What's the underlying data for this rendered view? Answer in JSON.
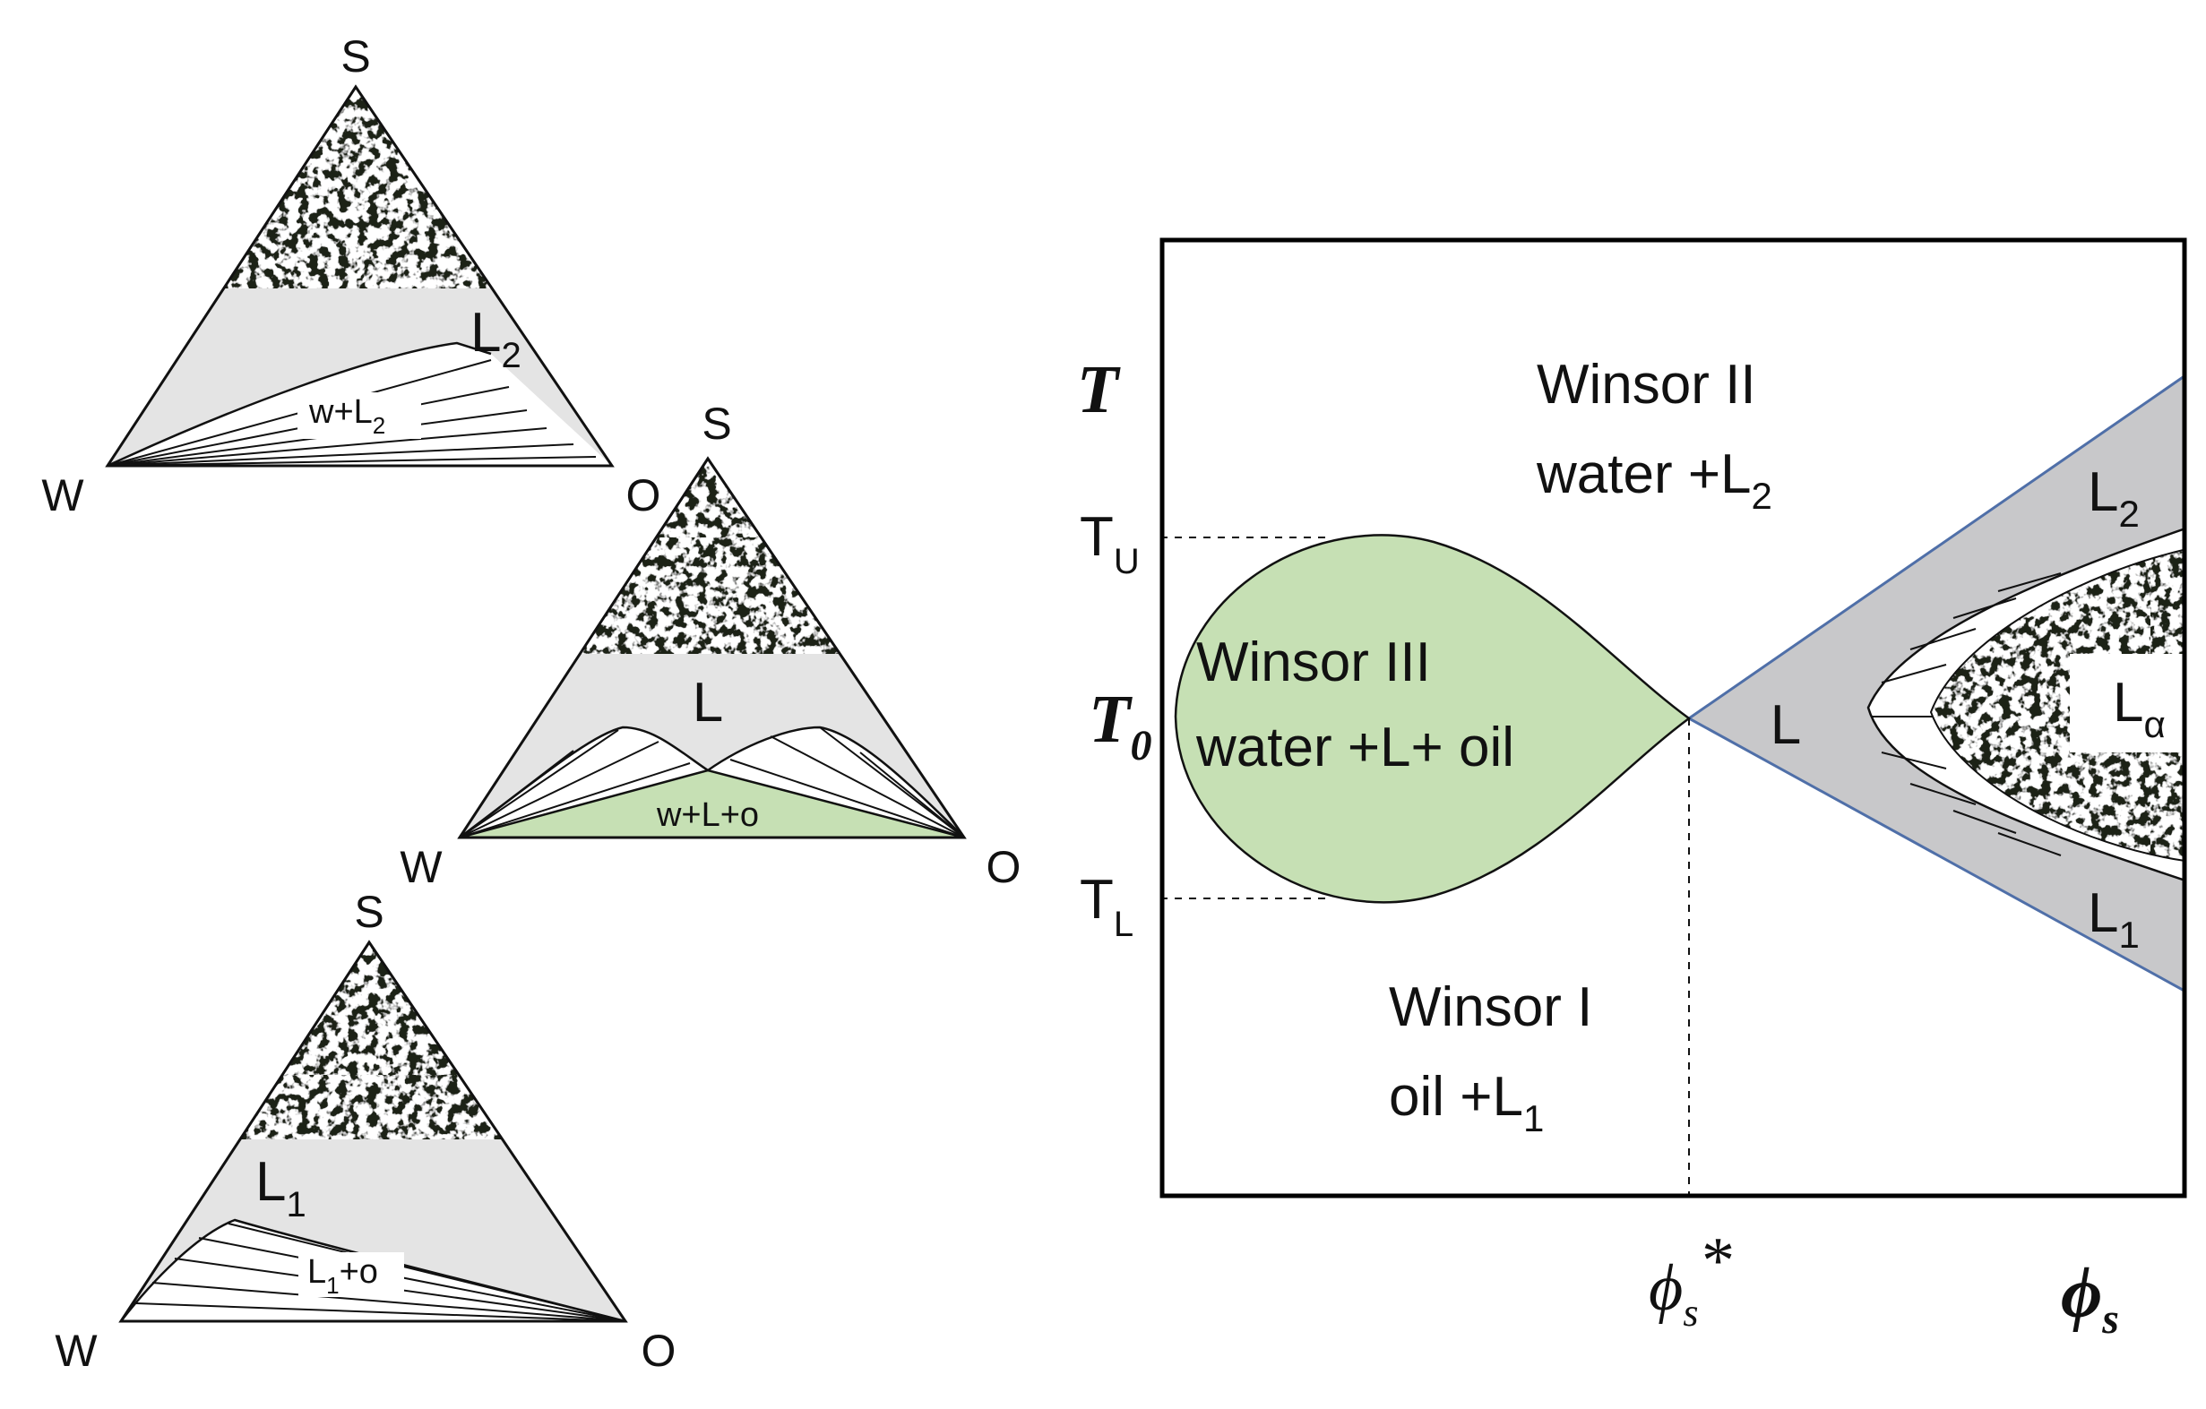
{
  "colors": {
    "grey_region": "#e4e4e4",
    "dark_grey_region": "#c8c8ca",
    "green_region": "#c6e0b4",
    "blue_boundary": "#4f6fa8",
    "frame": "#000000"
  },
  "textures": {
    "liquid_crystal": "speckled-lamellar-texture"
  },
  "triangles": {
    "top": {
      "vertex_s": "S",
      "vertex_w": "W",
      "vertex_o": "O",
      "phase_label": "L",
      "phase_sub": "2",
      "tieline_label": "w+L",
      "tieline_sub": "2"
    },
    "middle": {
      "vertex_s": "S",
      "vertex_w": "W",
      "vertex_o": "O",
      "phase_label": "L",
      "three_phase_label": "w+L+o"
    },
    "bottom": {
      "vertex_s": "S",
      "vertex_w": "W",
      "vertex_o": "O",
      "phase_label": "L",
      "phase_sub": "1",
      "tieline_label": "L",
      "tieline_sub": "1",
      "tieline_suffix": "+o"
    }
  },
  "phase_diagram": {
    "y_axis_label": "T",
    "x_axis_label": "ϕ",
    "x_axis_sub": "s",
    "x_star_label": "ϕ",
    "x_star_sub": "s",
    "x_star_suffix": "*",
    "tick_upper": "T",
    "tick_upper_sub": "U",
    "tick_zero": "T",
    "tick_zero_sub": "0",
    "tick_lower": "T",
    "tick_lower_sub": "L",
    "winsor2_line1": "Winsor II",
    "winsor2_line2": "water +L",
    "winsor2_sub": "2",
    "winsor3_line1": "Winsor III",
    "winsor3_line2": "water +L+ oil",
    "winsor1_line1": "Winsor I",
    "winsor1_line2": "oil +L",
    "winsor1_sub": "1",
    "region_L": "L",
    "region_L2": "L",
    "region_L2_sub": "2",
    "region_L1": "L",
    "region_L1_sub": "1",
    "region_La": "L",
    "region_La_sub": "α"
  }
}
